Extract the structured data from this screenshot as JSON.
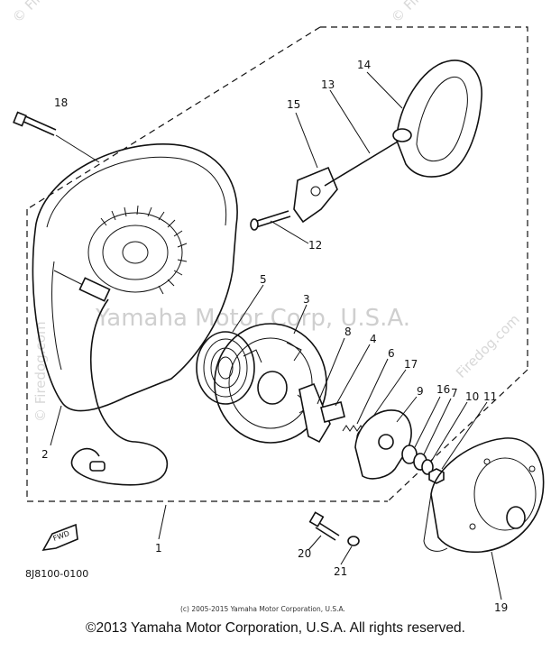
{
  "callouts": {
    "c1": "1",
    "c2": "2",
    "c3": "3",
    "c4": "4",
    "c5": "5",
    "c6": "6",
    "c7": "7",
    "c8": "8",
    "c9": "9",
    "c10": "10",
    "c11": "11",
    "c12": "12",
    "c13": "13",
    "c14": "14",
    "c15": "15",
    "c16": "16",
    "c17": "17",
    "c18": "18",
    "c19": "19",
    "c20": "20",
    "c21": "21"
  },
  "fwd_label": "FWD",
  "part_code": "8J8100-0100",
  "watermark_main": "Yamaha Motor Corp, U.S.A.",
  "watermark_site": "© Firedog.com",
  "watermark_site_right": "Firedog.com",
  "watermark_top_left": "© Firedog",
  "watermark_top_right": "© Firedog",
  "copyright_small": "(c) 2005-2015 Yamaha Motor Corporation, U.S.A.",
  "copyright_footer": "©2013 Yamaha Motor Corporation, U.S.A. All rights reserved."
}
